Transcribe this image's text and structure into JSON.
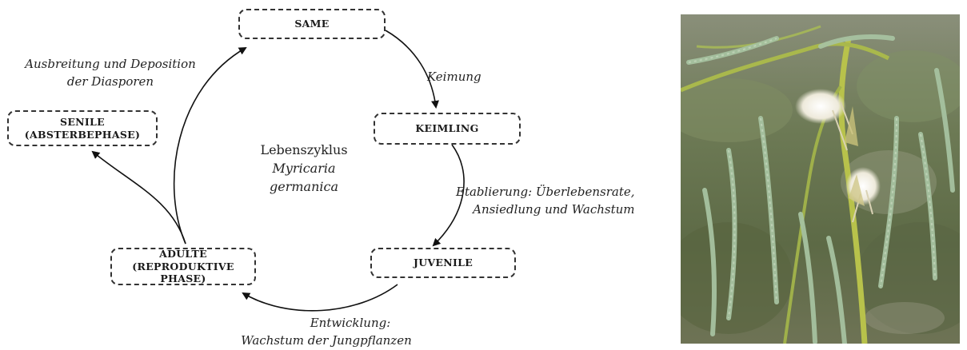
{
  "diagram": {
    "nodes": {
      "same": {
        "label": "SAME"
      },
      "keimling": {
        "label": "KEIMLING"
      },
      "juvenile": {
        "label": "JUVENILE"
      },
      "adulte": {
        "line1": "ADULTE",
        "line2": "(REPRODUKTIVE PHASE)"
      },
      "senile": {
        "line1": "SENILE",
        "line2": "(ABSTERBEPHASE)"
      }
    },
    "center": {
      "line1": "Lebenszyklus",
      "line2": "Myricaria",
      "line3": "germanica"
    },
    "edges": {
      "keimung": "Keimung",
      "etablierung_1": "Etablierung: Überlebensrate,",
      "etablierung_2": "Ansiedlung und Wachstum",
      "entwicklung_1": "Entwicklung:",
      "entwicklung_2": "Wachstum der Jungpflanzen",
      "ausbreitung_1": "Ausbreitung und Deposition",
      "ausbreitung_2": "der Diasporen"
    }
  },
  "photo": {
    "subject": "Myricaria germanica shoot with seed plumes",
    "colors": {
      "background": "#6f7d5a",
      "foliage": "#8fb08a",
      "stem": "#b9c24a",
      "fluff": "#f1efe6"
    }
  }
}
